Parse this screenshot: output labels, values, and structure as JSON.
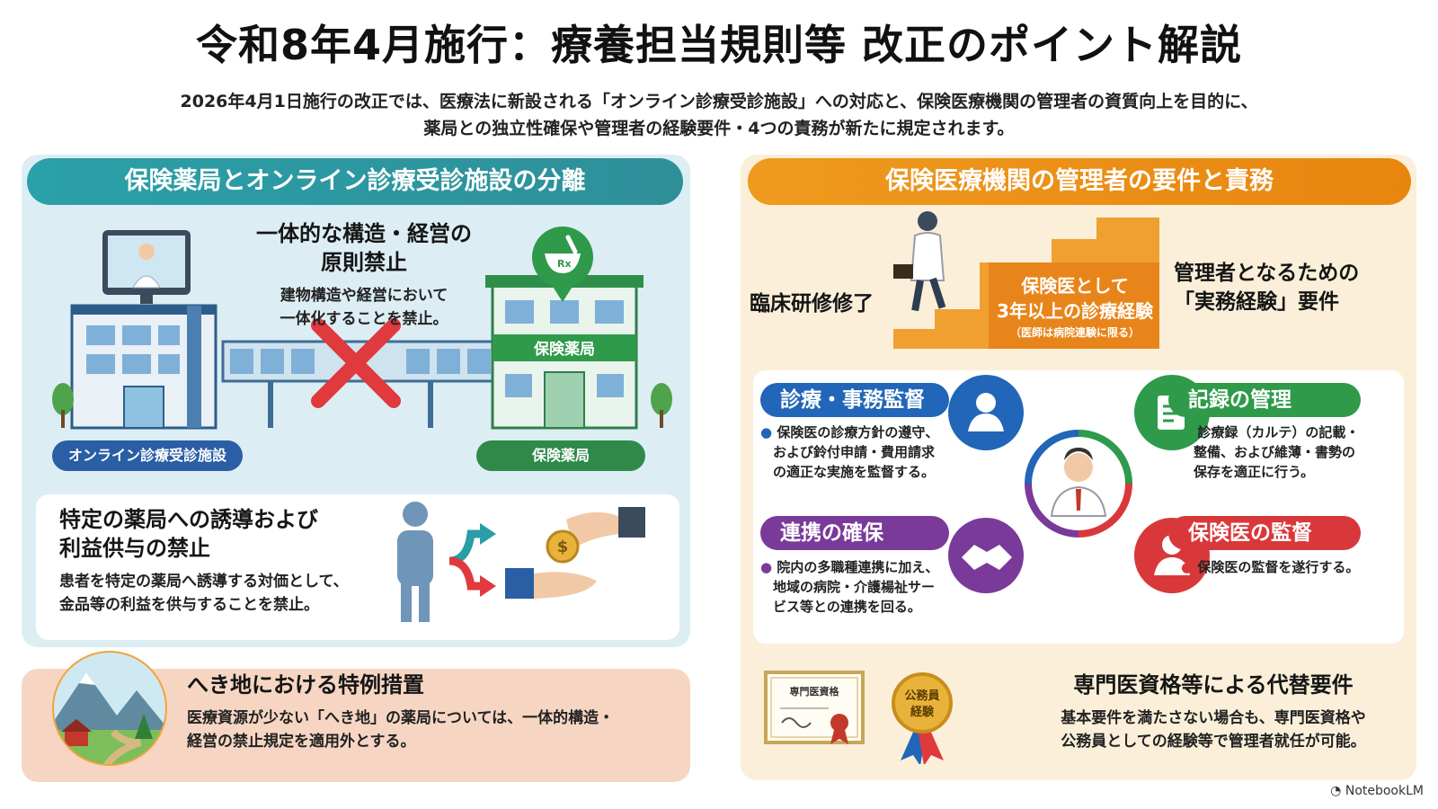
{
  "header": {
    "title": "令和8年4月施行：療養担当規則等 改正のポイント解説",
    "subtitle_line1": "2026年4月1日施行の改正では、医療法に新設される「オンライン診療受診施設」への対応と、保険医療機関の管理者の資質向上を目的に、",
    "subtitle_line2": "薬局との独立性確保や管理者の経験要件・4つの責務が新たに規定されます。"
  },
  "left": {
    "banner": "保険薬局とオンライン診療受診施設の分離",
    "separation": {
      "heading_line1": "一体的な構造・経営の",
      "heading_line2": "原則禁止",
      "body_line1": "建物構造や経営において",
      "body_line2": "一体化することを禁止。",
      "facility_label": "オンライン診療受診施設",
      "pharmacy_sign": "保険薬局",
      "pharmacy_label": "保険薬局",
      "rx_symbol": "Rx"
    },
    "inducement": {
      "heading_line1": "特定の薬局への誘導および",
      "heading_line2": "利益供与の禁止",
      "body_line1": "患者を特定の薬局へ誘導する対価として、",
      "body_line2": "金品等の利益を供与することを禁止。"
    },
    "remote": {
      "heading": "へき地における特例措置",
      "body_line1": "医療資源が少ない「へき地」の薬局については、一体的構造・",
      "body_line2": "経営の禁止規定を適用外とする。"
    }
  },
  "right": {
    "banner": "保険医療機関の管理者の要件と責務",
    "steps": {
      "step1": "臨床研修修了",
      "step2_line1": "保険医として",
      "step2_line2": "3年以上の診療経験",
      "step2_note": "（医師は病院連験に限る）",
      "req_line1": "管理者となるための",
      "req_line2": "「実務経験」要件"
    },
    "roles": [
      {
        "title": "診療・事務監督",
        "lines": [
          "保険医の診療方針の遵守、",
          "および鈴付申請・費用請求",
          "の適正な実施を監督する。"
        ]
      },
      {
        "title": "記録の管理",
        "lines": [
          "診療録（カルテ）の記載・",
          "整備、および維薄・書勢の",
          "保存を適正に行う。"
        ]
      },
      {
        "title": "連携の確保",
        "lines": [
          "院内の多職種連携に加え、",
          "地域の病院・介護楊祉サー",
          "ビス等との連携を回る。"
        ]
      },
      {
        "title": "保険医の監督",
        "lines": [
          "保険医の監督を遂行する。"
        ]
      }
    ],
    "alt": {
      "cert_label": "専門医資格",
      "medal_line1": "公務員",
      "medal_line2": "経験",
      "heading": "専門医資格等による代替要件",
      "body_line1": "基本要件を満たさない場合も、専門医資格や",
      "body_line2": "公務員としての経験等で管理者就任が可能。"
    }
  },
  "watermark": "NotebookLM",
  "colors": {
    "teal": "#2a9da6",
    "orange": "#ea8c14",
    "blue": "#2166b8",
    "green": "#2f9a4a",
    "purple": "#7a3a9a",
    "red": "#d9383a",
    "cross": "#e0393e"
  }
}
